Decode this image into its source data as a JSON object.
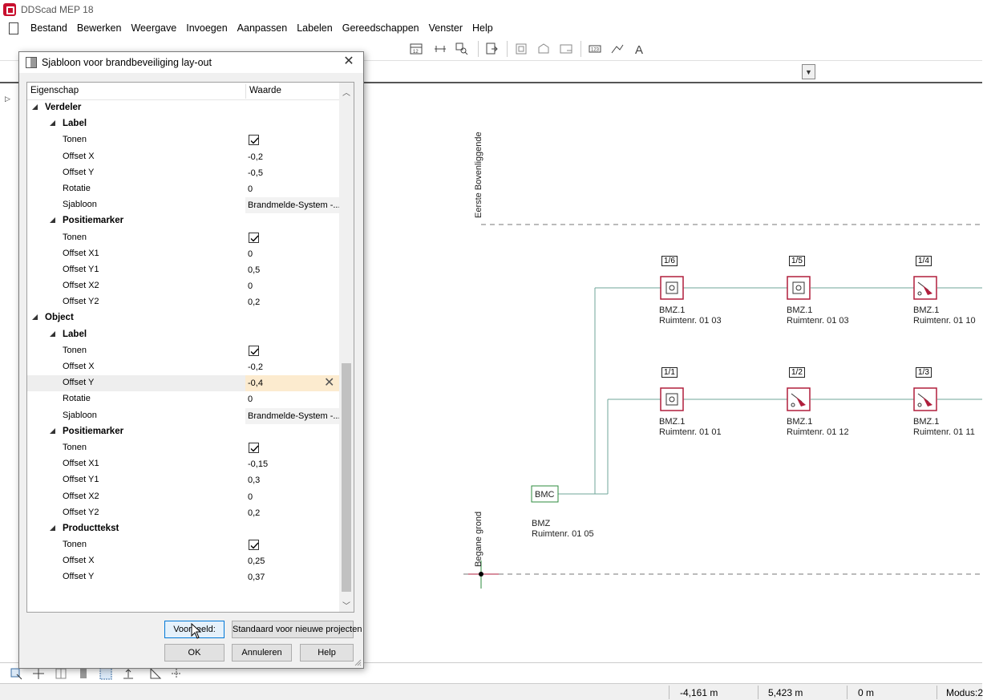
{
  "app": {
    "title": "DDScad MEP 18"
  },
  "menu": [
    "Bestand",
    "Bewerken",
    "Weergave",
    "Invoegen",
    "Aanpassen",
    "Labelen",
    "Gereedschappen",
    "Venster",
    "Help"
  ],
  "icons": {
    "app": "ddscad-logo-icon",
    "new_document": "new-document-icon",
    "dialog": "window-icon",
    "close": "close-icon",
    "combo": "chevron-down-icon"
  },
  "colors": {
    "accent": "#0078d7",
    "edit_highlight": "#fcebcf",
    "symbol_red": "#b01e3c",
    "bmc_green": "#2e8b3e"
  },
  "dialog": {
    "title": "Sjabloon voor brandbeveiliging lay-out",
    "columns": {
      "property": "Eigenschap",
      "value": "Waarde"
    },
    "rows": [
      {
        "level": 0,
        "name": "Verdeler",
        "type": "group"
      },
      {
        "level": 1,
        "name": "Label",
        "type": "group"
      },
      {
        "level": 2,
        "name": "Tonen",
        "type": "check",
        "checked": true
      },
      {
        "level": 2,
        "name": "Offset X",
        "type": "text",
        "value": "-0,2"
      },
      {
        "level": 2,
        "name": "Offset Y",
        "type": "text",
        "value": "-0,5"
      },
      {
        "level": 2,
        "name": "Rotatie",
        "type": "text",
        "value": "0"
      },
      {
        "level": 2,
        "name": "Sjabloon",
        "type": "template",
        "value": "Brandmelde-System -..."
      },
      {
        "level": 1,
        "name": "Positiemarker",
        "type": "group"
      },
      {
        "level": 2,
        "name": "Tonen",
        "type": "check",
        "checked": true
      },
      {
        "level": 2,
        "name": "Offset X1",
        "type": "text",
        "value": "0"
      },
      {
        "level": 2,
        "name": "Offset Y1",
        "type": "text",
        "value": "0,5"
      },
      {
        "level": 2,
        "name": "Offset X2",
        "type": "text",
        "value": "0"
      },
      {
        "level": 2,
        "name": "Offset Y2",
        "type": "text",
        "value": "0,2"
      },
      {
        "level": 0,
        "name": "Object",
        "type": "group"
      },
      {
        "level": 1,
        "name": "Label",
        "type": "group"
      },
      {
        "level": 2,
        "name": "Tonen",
        "type": "check",
        "checked": true
      },
      {
        "level": 2,
        "name": "Offset X",
        "type": "text",
        "value": "-0,2"
      },
      {
        "level": 2,
        "name": "Offset Y",
        "type": "edit",
        "value": "-0,4",
        "selected": true
      },
      {
        "level": 2,
        "name": "Rotatie",
        "type": "text",
        "value": "0"
      },
      {
        "level": 2,
        "name": "Sjabloon",
        "type": "template",
        "value": "Brandmelde-System -..."
      },
      {
        "level": 1,
        "name": "Positiemarker",
        "type": "group"
      },
      {
        "level": 2,
        "name": "Tonen",
        "type": "check",
        "checked": true
      },
      {
        "level": 2,
        "name": "Offset X1",
        "type": "text",
        "value": "-0,15"
      },
      {
        "level": 2,
        "name": "Offset Y1",
        "type": "text",
        "value": "0,3"
      },
      {
        "level": 2,
        "name": "Offset X2",
        "type": "text",
        "value": "0"
      },
      {
        "level": 2,
        "name": "Offset Y2",
        "type": "text",
        "value": "0,2"
      },
      {
        "level": 1,
        "name": "Producttekst",
        "type": "group"
      },
      {
        "level": 2,
        "name": "Tonen",
        "type": "check",
        "checked": true
      },
      {
        "level": 2,
        "name": "Offset X",
        "type": "text",
        "value": "0,25"
      },
      {
        "level": 2,
        "name": "Offset Y",
        "type": "text",
        "value": "0,37"
      }
    ],
    "buttons": {
      "preview": "Voorbeeld:",
      "default": "Standaard voor nieuwe projecten",
      "ok": "OK",
      "cancel": "Annuleren",
      "help": "Help"
    }
  },
  "canvas": {
    "level_upper": "Eerste Bovenliggende",
    "level_ground": "Begane grond",
    "bmc": {
      "box": "BMC",
      "line1": "BMZ",
      "line2": "Ruimtenr. 01 05"
    },
    "devices": [
      {
        "id": "1/6",
        "kind": "detector",
        "line1": "BMZ.1",
        "line2": "Ruimtenr. 01 03"
      },
      {
        "id": "1/5",
        "kind": "detector",
        "line1": "BMZ.1",
        "line2": "Ruimtenr. 01 03"
      },
      {
        "id": "1/4",
        "kind": "callpoint",
        "line1": "BMZ.1",
        "line2": "Ruimtenr. 01 10"
      },
      {
        "id": "1/1",
        "kind": "detector",
        "line1": "BMZ.1",
        "line2": "Ruimtenr. 01 01"
      },
      {
        "id": "1/2",
        "kind": "callpoint",
        "line1": "BMZ.1",
        "line2": "Ruimtenr. 01 12"
      },
      {
        "id": "1/3",
        "kind": "callpoint",
        "line1": "BMZ.1",
        "line2": "Ruimtenr. 01 11"
      }
    ]
  },
  "status": {
    "x": "-4,161 m",
    "y": "5,423 m",
    "z": "0 m",
    "mode": "Modus:2"
  }
}
